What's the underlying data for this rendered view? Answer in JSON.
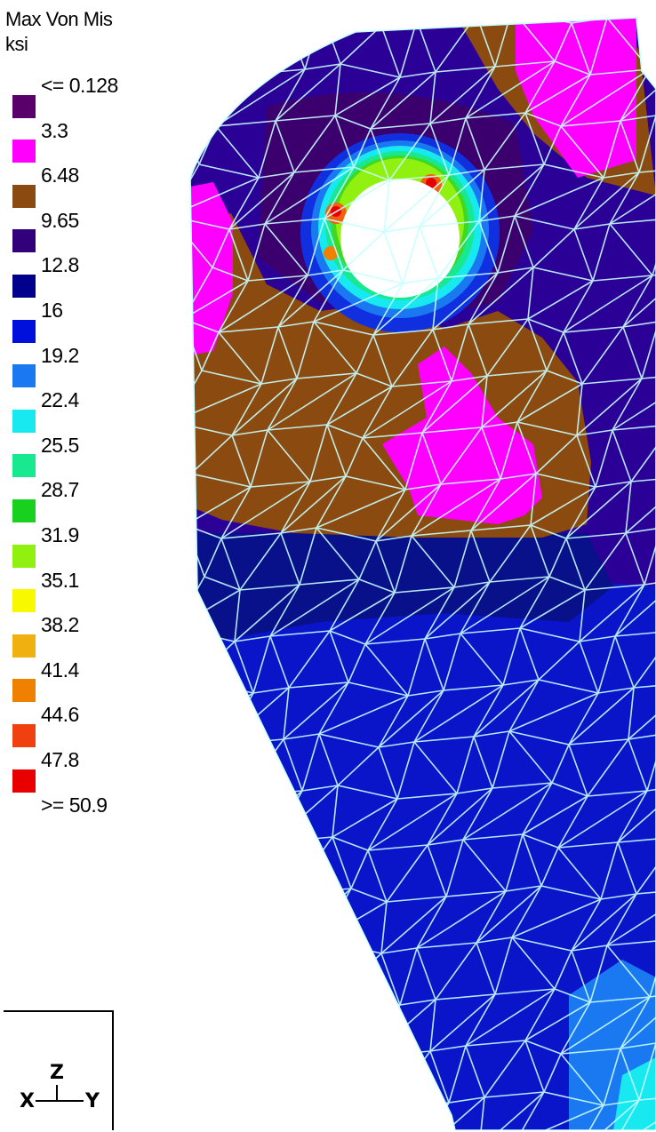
{
  "legend": {
    "title_line1": "Max Von Mis",
    "title_line2": "ksi",
    "entries": [
      {
        "label": "<= 0.128",
        "color": ""
      },
      {
        "label": "3.3",
        "color": "#5a006a"
      },
      {
        "label": "6.48",
        "color": "#ff00ff"
      },
      {
        "label": "9.65",
        "color": "#8b4a10"
      },
      {
        "label": "12.8",
        "color": "#32007a"
      },
      {
        "label": "16",
        "color": "#00008c"
      },
      {
        "label": "19.2",
        "color": "#0010dc"
      },
      {
        "label": "22.4",
        "color": "#1a78f0"
      },
      {
        "label": "25.5",
        "color": "#18e8f0"
      },
      {
        "label": "28.7",
        "color": "#18e890"
      },
      {
        "label": "31.9",
        "color": "#18d01e"
      },
      {
        "label": "35.1",
        "color": "#90f010"
      },
      {
        "label": "38.2",
        "color": "#f8f800"
      },
      {
        "label": "41.4",
        "color": "#f0b010"
      },
      {
        "label": "44.6",
        "color": "#f08000"
      },
      {
        "label": "47.8",
        "color": "#f04010"
      },
      {
        "label": ">= 50.9",
        "color": "#e80000"
      }
    ]
  },
  "triad": {
    "z_label": "Z",
    "x_label": "X",
    "y_label": "Y"
  },
  "model": {
    "part_color": "#0a14c8",
    "mesh_line_color": "#c8ffff",
    "hole_color": "#ffffff"
  }
}
